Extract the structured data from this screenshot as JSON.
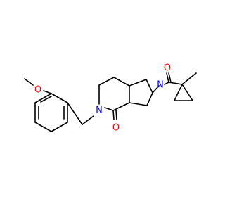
{
  "diagram": {
    "type": "chemical-structure",
    "colors": {
      "bond": "#000000",
      "oxygen": "#ff0000",
      "nitrogen": "#0000ff",
      "background": "#ffffff"
    },
    "atom_labels": {
      "methoxy_oxygen": "O",
      "lactam_nitrogen": "N",
      "lactam_oxygen": "O",
      "pyrrolidine_nitrogen": "N",
      "carbonyl_oxygen": "O"
    }
  }
}
